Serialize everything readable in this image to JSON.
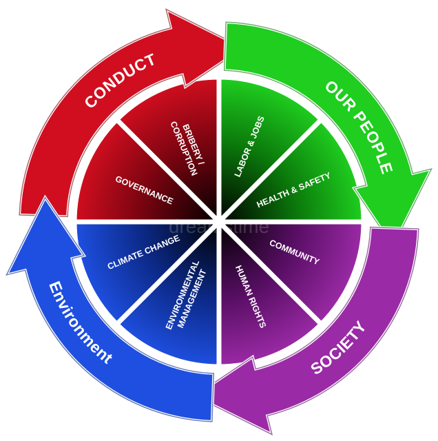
{
  "diagram": {
    "arrows": [
      {
        "id": "conduct",
        "label": "CONDUCT",
        "color": "#d10e1f",
        "dark": "#7a0410"
      },
      {
        "id": "our-people",
        "label": "OUR PEOPLE",
        "color": "#1fce1f",
        "dark": "#0b7a0b"
      },
      {
        "id": "society",
        "label": "SOCIETY",
        "color": "#9b2aa6",
        "dark": "#5a0f66"
      },
      {
        "id": "environment",
        "label": "Environment",
        "color": "#1e4fe0",
        "dark": "#0c2a8a"
      }
    ],
    "wedges": [
      {
        "id": "labor-jobs",
        "lines": [
          "LABOR & JOBS"
        ],
        "group": "our-people"
      },
      {
        "id": "health-safety",
        "lines": [
          "HEALTH & SAFETY"
        ],
        "group": "our-people"
      },
      {
        "id": "community",
        "lines": [
          "COMMUNITY"
        ],
        "group": "society"
      },
      {
        "id": "human-rights",
        "lines": [
          "HUMAN RIGHTS"
        ],
        "group": "society"
      },
      {
        "id": "environmental-management",
        "lines": [
          "ENVIRONMENTAL",
          "MANAGEMENT"
        ],
        "group": "environment"
      },
      {
        "id": "climate-change",
        "lines": [
          "CLIMATE CHANGE"
        ],
        "group": "environment"
      },
      {
        "id": "governance",
        "lines": [
          "GOVERNANCE"
        ],
        "group": "conduct"
      },
      {
        "id": "bribery-corruption",
        "lines": [
          "BRIBERY /",
          "CORRUPTION"
        ],
        "group": "conduct"
      }
    ],
    "watermark": "dreamstime"
  }
}
